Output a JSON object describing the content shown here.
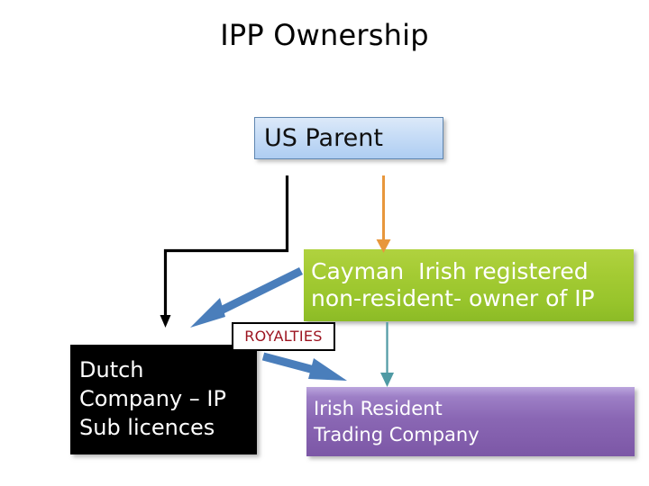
{
  "slide": {
    "title": "IPP Ownership",
    "background_color": "#ffffff"
  },
  "nodes": {
    "us_parent": {
      "label": "US Parent",
      "fill_color": "#c6dcf6",
      "border_color": "#5f86b0",
      "text_color": "#101010"
    },
    "cayman": {
      "line1_a": "Cayman",
      "line1_b": "Irish registered",
      "line2": "non-resident- owner of IP",
      "fill_color": "#a4cb33",
      "text_color": "#ffffff"
    },
    "dutch": {
      "line1": "Dutch",
      "line2": "Company – IP",
      "line3": "Sub licences",
      "fill_color": "#000000",
      "text_color": "#ffffff"
    },
    "irish_trading": {
      "line1": "Irish Resident",
      "line2": "Trading Company",
      "fill_color": "#8a67b4",
      "text_color": "#ffffff"
    },
    "royalties": {
      "label": "ROYALTIES",
      "fill_color": "#ffffff",
      "border_color": "#000000",
      "text_color": "#9c1420"
    }
  },
  "connectors": {
    "us_to_cayman": {
      "name": "orange-down-arrow",
      "color": "#e8973c",
      "from": "us_parent",
      "to": "cayman"
    },
    "us_to_dutch": {
      "name": "black-elbow-arrow",
      "color": "#000000",
      "from": "us_parent",
      "to": "dutch"
    },
    "cayman_to_royalties": {
      "name": "blue-diagonal-arrow-down-left",
      "color": "#4a7ebb",
      "from": "cayman",
      "to": "royalties"
    },
    "royalties_to_irish": {
      "name": "blue-diagonal-arrow-down-right",
      "color": "#4a7ebb",
      "from": "royalties",
      "to": "irish_trading"
    },
    "cayman_to_irish": {
      "name": "teal-down-arrow",
      "color": "#4f9aa4",
      "from": "cayman",
      "to": "irish_trading"
    }
  }
}
